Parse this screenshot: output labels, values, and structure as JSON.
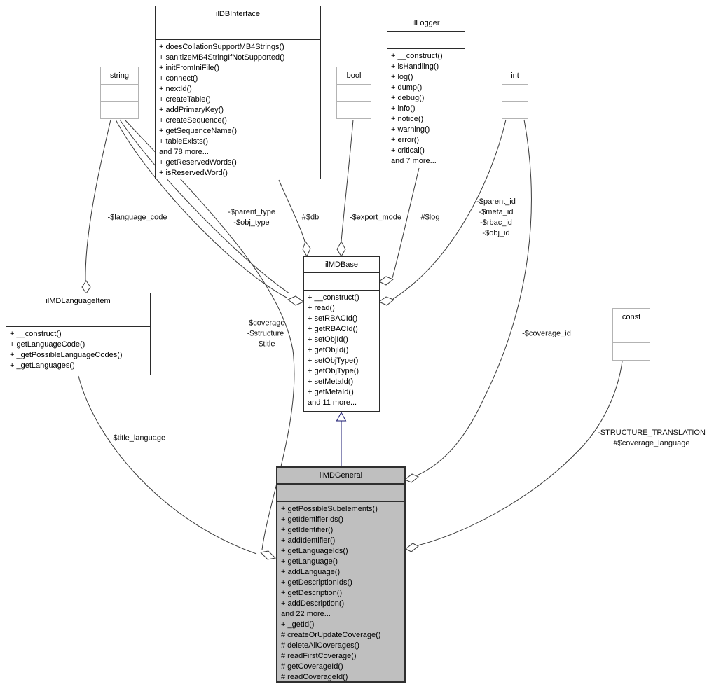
{
  "diagram": {
    "kind": "uml-collaboration-diagram",
    "highlight_fill": "#bfbfbf",
    "edge_color": "#3a3a3a",
    "inheritance_color": "#191970"
  },
  "classes": {
    "ilDBInterface": {
      "name": "ilDBInterface",
      "methods": [
        "+ doesCollationSupportMB4Strings()",
        "+ sanitizeMB4StringIfNotSupported()",
        "+ initFromIniFile()",
        "+ connect()",
        "+ nextId()",
        "+ createTable()",
        "+ addPrimaryKey()",
        "+ createSequence()",
        "+ getSequenceName()",
        "+ tableExists()",
        "and 78 more...",
        "+ getReservedWords()",
        "+ isReservedWord()"
      ]
    },
    "ilLogger": {
      "name": "ilLogger",
      "methods": [
        "+ __construct()",
        "+ isHandling()",
        "+ log()",
        "+ dump()",
        "+ debug()",
        "+ info()",
        "+ notice()",
        "+ warning()",
        "+ error()",
        "+ critical()",
        "and 7 more..."
      ]
    },
    "ilMDBase": {
      "name": "ilMDBase",
      "methods": [
        "+ __construct()",
        "+ read()",
        "+ setRBACId()",
        "+ getRBACId()",
        "+ setObjId()",
        "+ getObjId()",
        "+ setObjType()",
        "+ getObjType()",
        "+ setMetaId()",
        "+ getMetaId()",
        "and 11 more..."
      ]
    },
    "ilMDLanguageItem": {
      "name": "ilMDLanguageItem",
      "methods": [
        "+ __construct()",
        "+ getLanguageCode()",
        "+ _getPossibleLanguageCodes()",
        "+ _getLanguages()"
      ]
    },
    "ilMDGeneral": {
      "name": "ilMDGeneral",
      "methods": [
        "+ getPossibleSubelements()",
        "+ getIdentifierIds()",
        "+ getIdentifier()",
        "+ addIdentifier()",
        "+ getLanguageIds()",
        "+ getLanguage()",
        "+ addLanguage()",
        "+ getDescriptionIds()",
        "+ getDescription()",
        "+ addDescription()",
        "and 22 more...",
        "+ _getId()",
        "# createOrUpdateCoverage()",
        "# deleteAllCoverages()",
        "# readFirstCoverage()",
        "# getCoverageId()",
        "# readCoverageId()"
      ]
    },
    "string": {
      "name": "string"
    },
    "bool": {
      "name": "bool"
    },
    "int": {
      "name": "int"
    },
    "const": {
      "name": "const"
    }
  },
  "edges": [
    {
      "from": "string",
      "to": "ilMDLanguageItem",
      "relation": "aggregation",
      "labels": [
        "-$language_code"
      ]
    },
    {
      "from": "string",
      "to": "ilMDBase",
      "relation": "aggregation",
      "labels": [
        "-$parent_type",
        "-$obj_type"
      ]
    },
    {
      "from": "ilDBInterface",
      "to": "ilMDBase",
      "relation": "aggregation",
      "labels": [
        "#$db"
      ]
    },
    {
      "from": "bool",
      "to": "ilMDBase",
      "relation": "aggregation",
      "labels": [
        "-$export_mode"
      ]
    },
    {
      "from": "ilLogger",
      "to": "ilMDBase",
      "relation": "aggregation",
      "labels": [
        "#$log"
      ]
    },
    {
      "from": "int",
      "to": "ilMDBase",
      "relation": "aggregation",
      "labels": [
        "-$parent_id",
        "-$meta_id",
        "-$rbac_id",
        "-$obj_id"
      ]
    },
    {
      "from": "string",
      "to": "ilMDGeneral",
      "relation": "aggregation",
      "labels": [
        "-$coverage",
        "-$structure",
        "-$title"
      ]
    },
    {
      "from": "int",
      "to": "ilMDGeneral",
      "relation": "aggregation",
      "labels": [
        "-$coverage_id"
      ]
    },
    {
      "from": "ilMDLanguageItem",
      "to": "ilMDGeneral",
      "relation": "aggregation",
      "labels": [
        "-$title_language"
      ]
    },
    {
      "from": "const",
      "to": "ilMDGeneral",
      "relation": "aggregation",
      "labels": [
        "-STRUCTURE_TRANSLATION",
        "#$coverage_language"
      ]
    },
    {
      "from": "ilMDGeneral",
      "to": "ilMDBase",
      "relation": "inheritance",
      "labels": []
    }
  ]
}
